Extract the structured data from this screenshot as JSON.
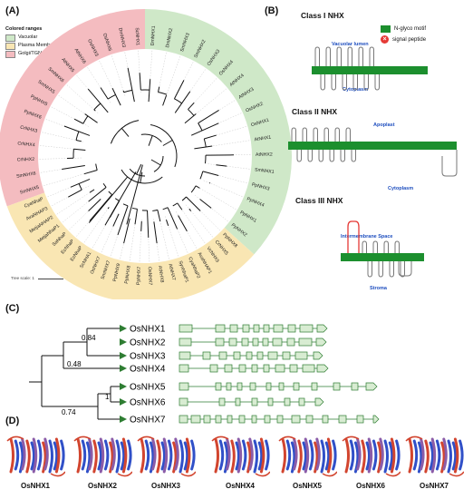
{
  "panels": {
    "A": "(A)",
    "B": "(B)",
    "C": "(C)",
    "D": "(D)"
  },
  "legend": {
    "title": "Colored ranges",
    "items": [
      {
        "label": "Vacuolar",
        "color": "#cfe8c8"
      },
      {
        "label": "Plasma Membrane",
        "color": "#f9e6b3"
      },
      {
        "label": "Golgi/TGN",
        "color": "#f4bcc0"
      }
    ]
  },
  "tree": {
    "scale_label": "Tree scale: 1",
    "green_labels": [
      "DmNHX1",
      "DmNHX2",
      "SmNHX3",
      "SmNHX2",
      "OsNHX3",
      "OsNHX4",
      "AtNHX4",
      "AtNHX3",
      "OsNHX2",
      "OsNHX1",
      "AtNHX1",
      "AtNHX2",
      "SmNHX1",
      "PpNHX3",
      "PpNHX4",
      "PpNHX1",
      "PpNHX2"
    ],
    "yellow_labels": [
      "PpNHX8",
      "CrNHX5",
      "VcNHX5",
      "AvaNHAP1",
      "CyaNhaP2",
      "SynNhaP1",
      "AtNHX7",
      "AtNHX8",
      "OsNHX7",
      "PpNHX7",
      "PpNHX8",
      "PpNHX9",
      "SmNHX7",
      "OsNHX7",
      "ScNHA1",
      "EcNhaP",
      "EcNhaP",
      "SaNhaP",
      "MetjaNhaP1",
      "MetjaNHAP2",
      "AvaNHAP3",
      "CyaNhaP"
    ],
    "red_labels": [
      "SmNHX5",
      "SmNHX6",
      "CrNHX2",
      "CrNHX4",
      "CrNHX3",
      "PpNHX6",
      "PpNHX5",
      "SmNHX5",
      "SmNHX6",
      "AtNHX5",
      "AtNHX6",
      "OsNHX5",
      "OsNHX6",
      "DmNHX3",
      "ScNHX1"
    ]
  },
  "classB": {
    "legend": [
      {
        "label": "N-glyco motif",
        "color": "#1c8f2e"
      },
      {
        "label": "signal peptide",
        "color": "#e53935"
      }
    ],
    "class1": {
      "title": "Class I NHX",
      "top": "Vacuolar lumen",
      "bottom": "Cytoplasm"
    },
    "class2": {
      "title": "Class II NHX",
      "top": "Apoplast",
      "bottom": "Cytoplasm"
    },
    "class3": {
      "title": "Class III NHX",
      "top": "Intermembrane Space",
      "bottom": "Stroma"
    }
  },
  "panelC": {
    "genes": [
      {
        "name": "OsNHX1",
        "exons": [
          [
            0,
            14
          ],
          [
            40,
            10
          ],
          [
            56,
            8
          ],
          [
            70,
            7
          ],
          [
            82,
            6
          ],
          [
            93,
            6
          ],
          [
            104,
            10
          ],
          [
            120,
            8
          ],
          [
            133,
            14
          ],
          [
            152,
            11
          ]
        ]
      },
      {
        "name": "OsNHX2",
        "exons": [
          [
            0,
            13
          ],
          [
            40,
            9
          ],
          [
            55,
            8
          ],
          [
            69,
            7
          ],
          [
            81,
            6
          ],
          [
            92,
            6
          ],
          [
            103,
            10
          ],
          [
            119,
            8
          ],
          [
            132,
            14
          ],
          [
            151,
            11
          ]
        ]
      },
      {
        "name": "OsNHX3",
        "exons": [
          [
            0,
            12
          ],
          [
            26,
            8
          ],
          [
            44,
            8
          ],
          [
            60,
            7
          ],
          [
            74,
            6
          ],
          [
            86,
            6
          ],
          [
            98,
            10
          ],
          [
            114,
            8
          ],
          [
            128,
            13
          ],
          [
            148,
            10
          ]
        ]
      },
      {
        "name": "OsNHX4",
        "exons": [
          [
            0,
            10
          ],
          [
            34,
            8
          ],
          [
            50,
            8
          ],
          [
            66,
            7
          ],
          [
            80,
            6
          ],
          [
            93,
            6
          ],
          [
            106,
            10
          ],
          [
            122,
            8
          ],
          [
            136,
            13
          ],
          [
            152,
            12
          ]
        ]
      },
      {
        "name": "OsNHX5",
        "exons": [
          [
            0,
            10
          ],
          [
            40,
            6
          ],
          [
            52,
            5
          ],
          [
            64,
            5
          ],
          [
            78,
            6
          ],
          [
            96,
            5
          ],
          [
            110,
            5
          ],
          [
            126,
            6
          ],
          [
            146,
            6
          ],
          [
            170,
            7
          ],
          [
            190,
            7
          ],
          [
            206,
            12
          ]
        ]
      },
      {
        "name": "OsNHX6",
        "exons": [
          [
            0,
            9
          ],
          [
            44,
            6
          ],
          [
            62,
            5
          ],
          [
            80,
            6
          ],
          [
            98,
            5
          ],
          [
            116,
            6
          ],
          [
            132,
            6
          ],
          [
            150,
            9
          ]
        ]
      },
      {
        "name": "OsNHX7",
        "exons": [
          [
            0,
            9
          ],
          [
            13,
            10
          ],
          [
            27,
            7
          ],
          [
            40,
            6
          ],
          [
            53,
            5
          ],
          [
            66,
            6
          ],
          [
            80,
            5
          ],
          [
            94,
            6
          ],
          [
            108,
            6
          ],
          [
            124,
            9
          ],
          [
            140,
            7
          ],
          [
            158,
            6
          ],
          [
            176,
            8
          ],
          [
            196,
            7
          ],
          [
            214,
            6
          ]
        ]
      }
    ],
    "bootstrap": [
      "0.84",
      "0.48",
      "1",
      "0.74"
    ]
  },
  "panelD": {
    "labels": [
      "OsNHX1",
      "OsNHX2",
      "OsNHX3",
      "OsNHX4",
      "OsNHX5",
      "OsNHX6",
      "OsNHX7"
    ]
  }
}
